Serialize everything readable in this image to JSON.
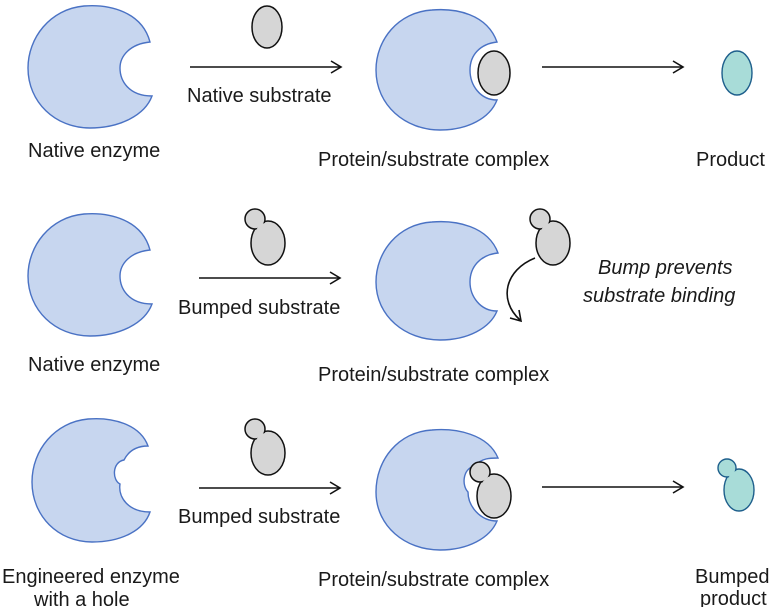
{
  "row1": {
    "enzyme_label": "Native enzyme",
    "substrate_label": "Native substrate",
    "complex_label": "Protein/substrate complex",
    "product_label": "Product"
  },
  "row2": {
    "enzyme_label": "Native enzyme",
    "substrate_label": "Bumped substrate",
    "complex_label": "Protein/substrate complex",
    "note_line1": "Bump prevents",
    "note_line2": "substrate binding"
  },
  "row3": {
    "enzyme_label_line1": "Engineered enzyme",
    "enzyme_label_line2": "with a hole",
    "substrate_label": "Bumped substrate",
    "complex_label": "Protein/substrate complex",
    "product_label_line1": "Bumped",
    "product_label_line2": "product"
  },
  "colors": {
    "enzyme_fill": "#c7d6ef",
    "enzyme_stroke": "#4a72c4",
    "substrate_fill": "#d6d6d6",
    "product_fill": "#a8dcd8"
  }
}
